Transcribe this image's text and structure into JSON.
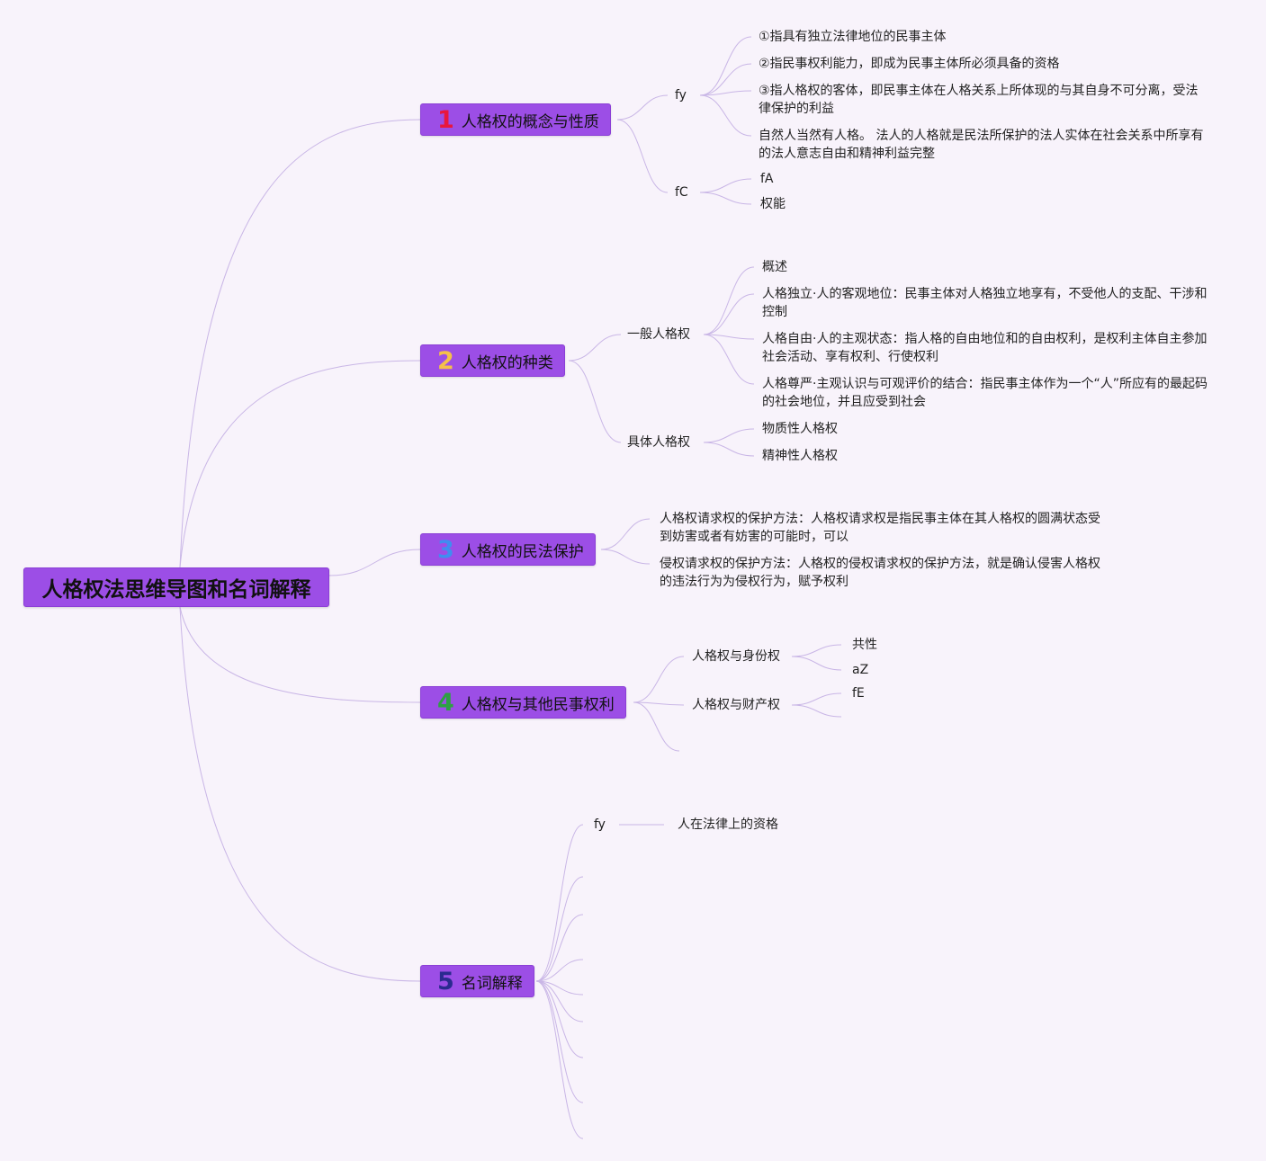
{
  "root": "人格权法思维导图和名词解释",
  "colors": {
    "topic_fill": "#9c4ee6",
    "line": "#c9b6e6",
    "background": "#f8f3fb"
  },
  "topics": [
    {
      "num": "1",
      "num_color": "#e8163e",
      "title": "人格权的概念与性质",
      "groups": [
        {
          "label": "fy",
          "items": [
            "①指具有独立法律地位的民事主体",
            "②指民事权利能力，即成为民事主体所必须具备的资格",
            "③指人格权的客体，即民事主体在人格关系上所体现的与其自身不可分离，受法律保护的利益",
            "自然人当然有人格。 法人的人格就是民法所保护的法人实体在社会关系中所享有的法人意志自由和精神利益完整"
          ]
        },
        {
          "label": "fC",
          "items": [
            "fA",
            "权能"
          ]
        }
      ]
    },
    {
      "num": "2",
      "num_color": "#f5c04a",
      "title": "人格权的种类",
      "groups": [
        {
          "label": "一般人格权",
          "items": [
            "概述",
            "人格独立·人的客观地位：民事主体对人格独立地享有，不受他人的支配、干涉和控制",
            "人格自由·人的主观状态：指人格的自由地位和的自由权利，是权利主体自主参加社会活动、享有权利、行使权利",
            "人格尊严·主观认识与可观评价的结合：指民事主体作为一个“人”所应有的最起码的社会地位，并且应受到社会"
          ]
        },
        {
          "label": "具体人格权",
          "items": [
            "物质性人格权",
            "精神性人格权"
          ]
        }
      ]
    },
    {
      "num": "3",
      "num_color": "#3f8df0",
      "title": "人格权的民法保护",
      "items": [
        "人格权请求权的保护方法：人格权请求权是指民事主体在其人格权的圆满状态受到妨害或者有妨害的可能时，可以",
        "侵权请求权的保护方法：人格权的侵权请求权的保护方法，就是确认侵害人格权的违法行为为侵权行为，赋予权利"
      ]
    },
    {
      "num": "4",
      "num_color": "#2ea043",
      "title": "人格权与其他民事权利",
      "groups": [
        {
          "label": "人格权与身份权",
          "items": [
            "共性",
            "aZ"
          ]
        },
        {
          "label": "人格权与财产权",
          "items": [
            "fE"
          ]
        }
      ]
    },
    {
      "num": "5",
      "num_color": "#2a2a8f",
      "title": "名词解释",
      "groups": [
        {
          "label": "fy",
          "items": [
            "人在法律上的资格"
          ]
        }
      ]
    }
  ]
}
